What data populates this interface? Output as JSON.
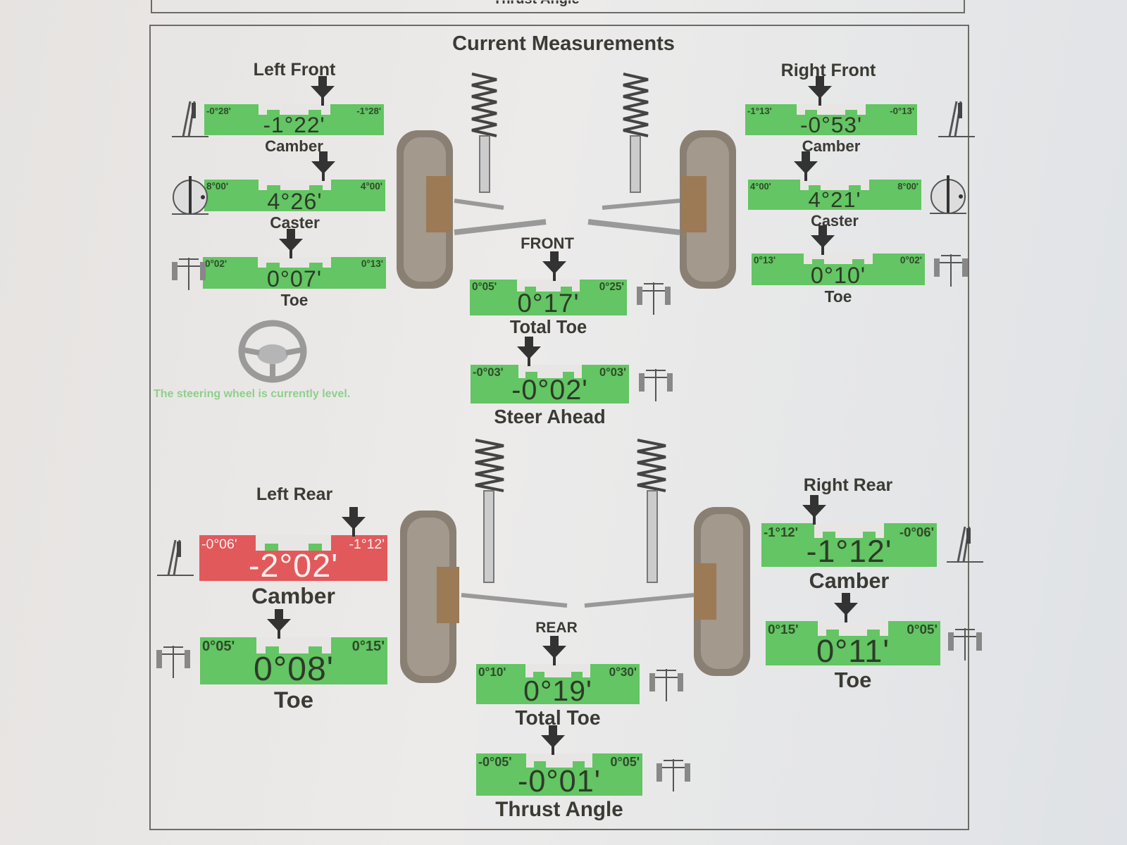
{
  "top_cut_label": "Thrust Angle",
  "title": "Current Measurements",
  "sections": {
    "left_front": "Left Front",
    "right_front": "Right Front",
    "front": "FRONT",
    "left_rear": "Left Rear",
    "right_rear": "Right Rear",
    "rear": "REAR"
  },
  "steering_message": "The steering wheel is currently level.",
  "colors": {
    "in_spec": "#63c563",
    "out_of_spec": "#e2595c"
  },
  "gauges": [
    {
      "id": "lf-camber",
      "name": "Camber",
      "left": "-0°28'",
      "right": "-1°28'",
      "value": "-1°22'",
      "status": "ok",
      "icon": "camber-icon"
    },
    {
      "id": "lf-caster",
      "name": "Caster",
      "left": "8°00'",
      "right": "4°00'",
      "value": "4°26'",
      "status": "ok",
      "icon": "caster-icon"
    },
    {
      "id": "lf-toe",
      "name": "Toe",
      "left": "0°02'",
      "right": "0°13'",
      "value": "0°07'",
      "status": "ok",
      "icon": "toe-icon"
    },
    {
      "id": "rf-camber",
      "name": "Camber",
      "left": "-1°13'",
      "right": "-0°13'",
      "value": "-0°53'",
      "status": "ok",
      "icon": "camber-icon"
    },
    {
      "id": "rf-caster",
      "name": "Caster",
      "left": "4°00'",
      "right": "8°00'",
      "value": "4°21'",
      "status": "ok",
      "icon": "caster-icon"
    },
    {
      "id": "rf-toe",
      "name": "Toe",
      "left": "0°13'",
      "right": "0°02'",
      "value": "0°10'",
      "status": "ok",
      "icon": "toe-icon"
    },
    {
      "id": "f-total-toe",
      "name": "Total Toe",
      "left": "0°05'",
      "right": "0°25'",
      "value": "0°17'",
      "status": "ok",
      "icon": "total-toe-icon"
    },
    {
      "id": "f-steer-ahead",
      "name": "Steer Ahead",
      "left": "-0°03'",
      "right": "0°03'",
      "value": "-0°02'",
      "status": "ok",
      "icon": "steer-ahead-icon"
    },
    {
      "id": "lr-camber",
      "name": "Camber",
      "left": "-0°06'",
      "right": "-1°12'",
      "value": "-2°02'",
      "status": "out",
      "icon": "camber-icon"
    },
    {
      "id": "lr-toe",
      "name": "Toe",
      "left": "0°05'",
      "right": "0°15'",
      "value": "0°08'",
      "status": "ok",
      "icon": "toe-icon"
    },
    {
      "id": "rr-camber",
      "name": "Camber",
      "left": "-1°12'",
      "right": "-0°06'",
      "value": "-1°12'",
      "status": "ok",
      "icon": "camber-icon"
    },
    {
      "id": "rr-toe",
      "name": "Toe",
      "left": "0°15'",
      "right": "0°05'",
      "value": "0°11'",
      "status": "ok",
      "icon": "toe-icon"
    },
    {
      "id": "r-total-toe",
      "name": "Total Toe",
      "left": "0°10'",
      "right": "0°30'",
      "value": "0°19'",
      "status": "ok",
      "icon": "total-toe-icon"
    },
    {
      "id": "r-thrust",
      "name": "Thrust Angle",
      "left": "-0°05'",
      "right": "0°05'",
      "value": "-0°01'",
      "status": "ok",
      "icon": "thrust-angle-icon"
    }
  ]
}
